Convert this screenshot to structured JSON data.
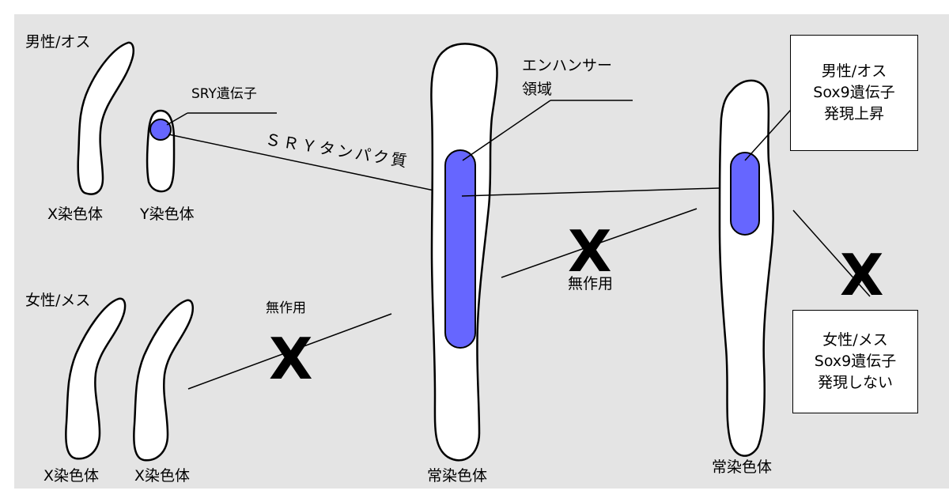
{
  "male_label": "男性/オス",
  "female_label": "女性/メス",
  "x_chromosome": "X染色体",
  "y_chromosome": "Y染色体",
  "female_x1": "X染色体",
  "female_x2": "X染色体",
  "sry_gene": "SRY遺伝子",
  "sry_protein": "ＳＲＹタンパク質",
  "enhancer_line1": "エンハンサー",
  "enhancer_line2": "領域",
  "autosome_center": "常染色体",
  "autosome_right": "常染色体",
  "no_effect_left": "無作用",
  "no_effect_middle": "無作用",
  "cross_mark": "X",
  "male_result": {
    "line1": "男性/オス",
    "line2": "Sox9遺伝子",
    "line3": "発現上昇"
  },
  "female_result": {
    "line1": "女性/メス",
    "line2": "Sox9遺伝子",
    "line3": "発現しない"
  },
  "colors": {
    "background": "#e4e4e4",
    "chromosome_fill": "#ffffff",
    "gene_region": "#6666ff",
    "stroke": "#000000"
  }
}
